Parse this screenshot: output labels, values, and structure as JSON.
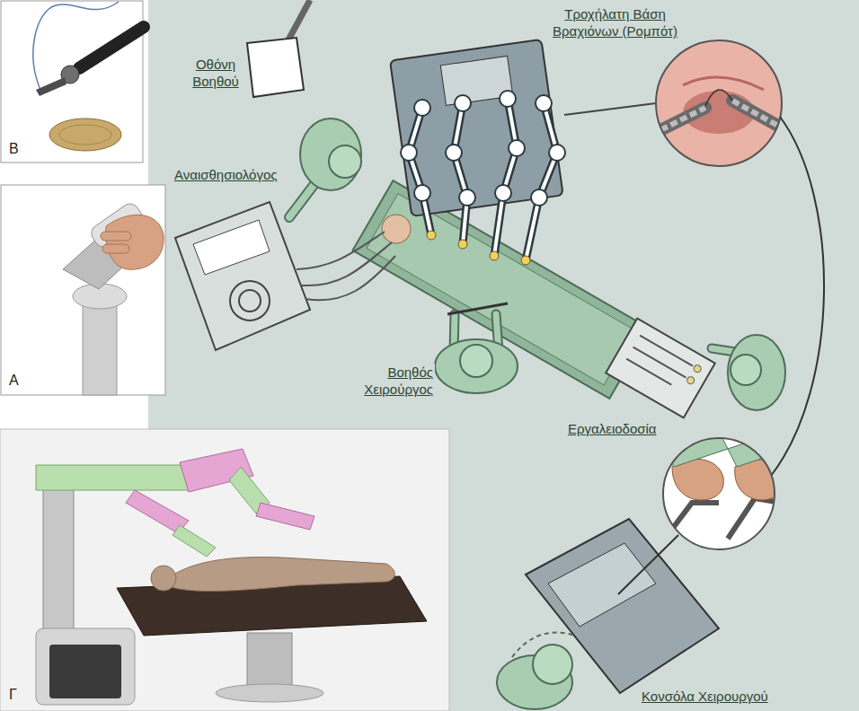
{
  "diagram": {
    "labels": [
      "Οθόνη Βοηθού",
      "Τροχήλατη Βάση Βραχιόνων (Ρομπότ)",
      "Β",
      "Αναισθησιολόγος",
      "Α",
      "Βοηθός Χειρούργος",
      "Εργαλειοδοσία",
      "Κονσόλα Χειρουργού",
      "Γ"
    ]
  }
}
